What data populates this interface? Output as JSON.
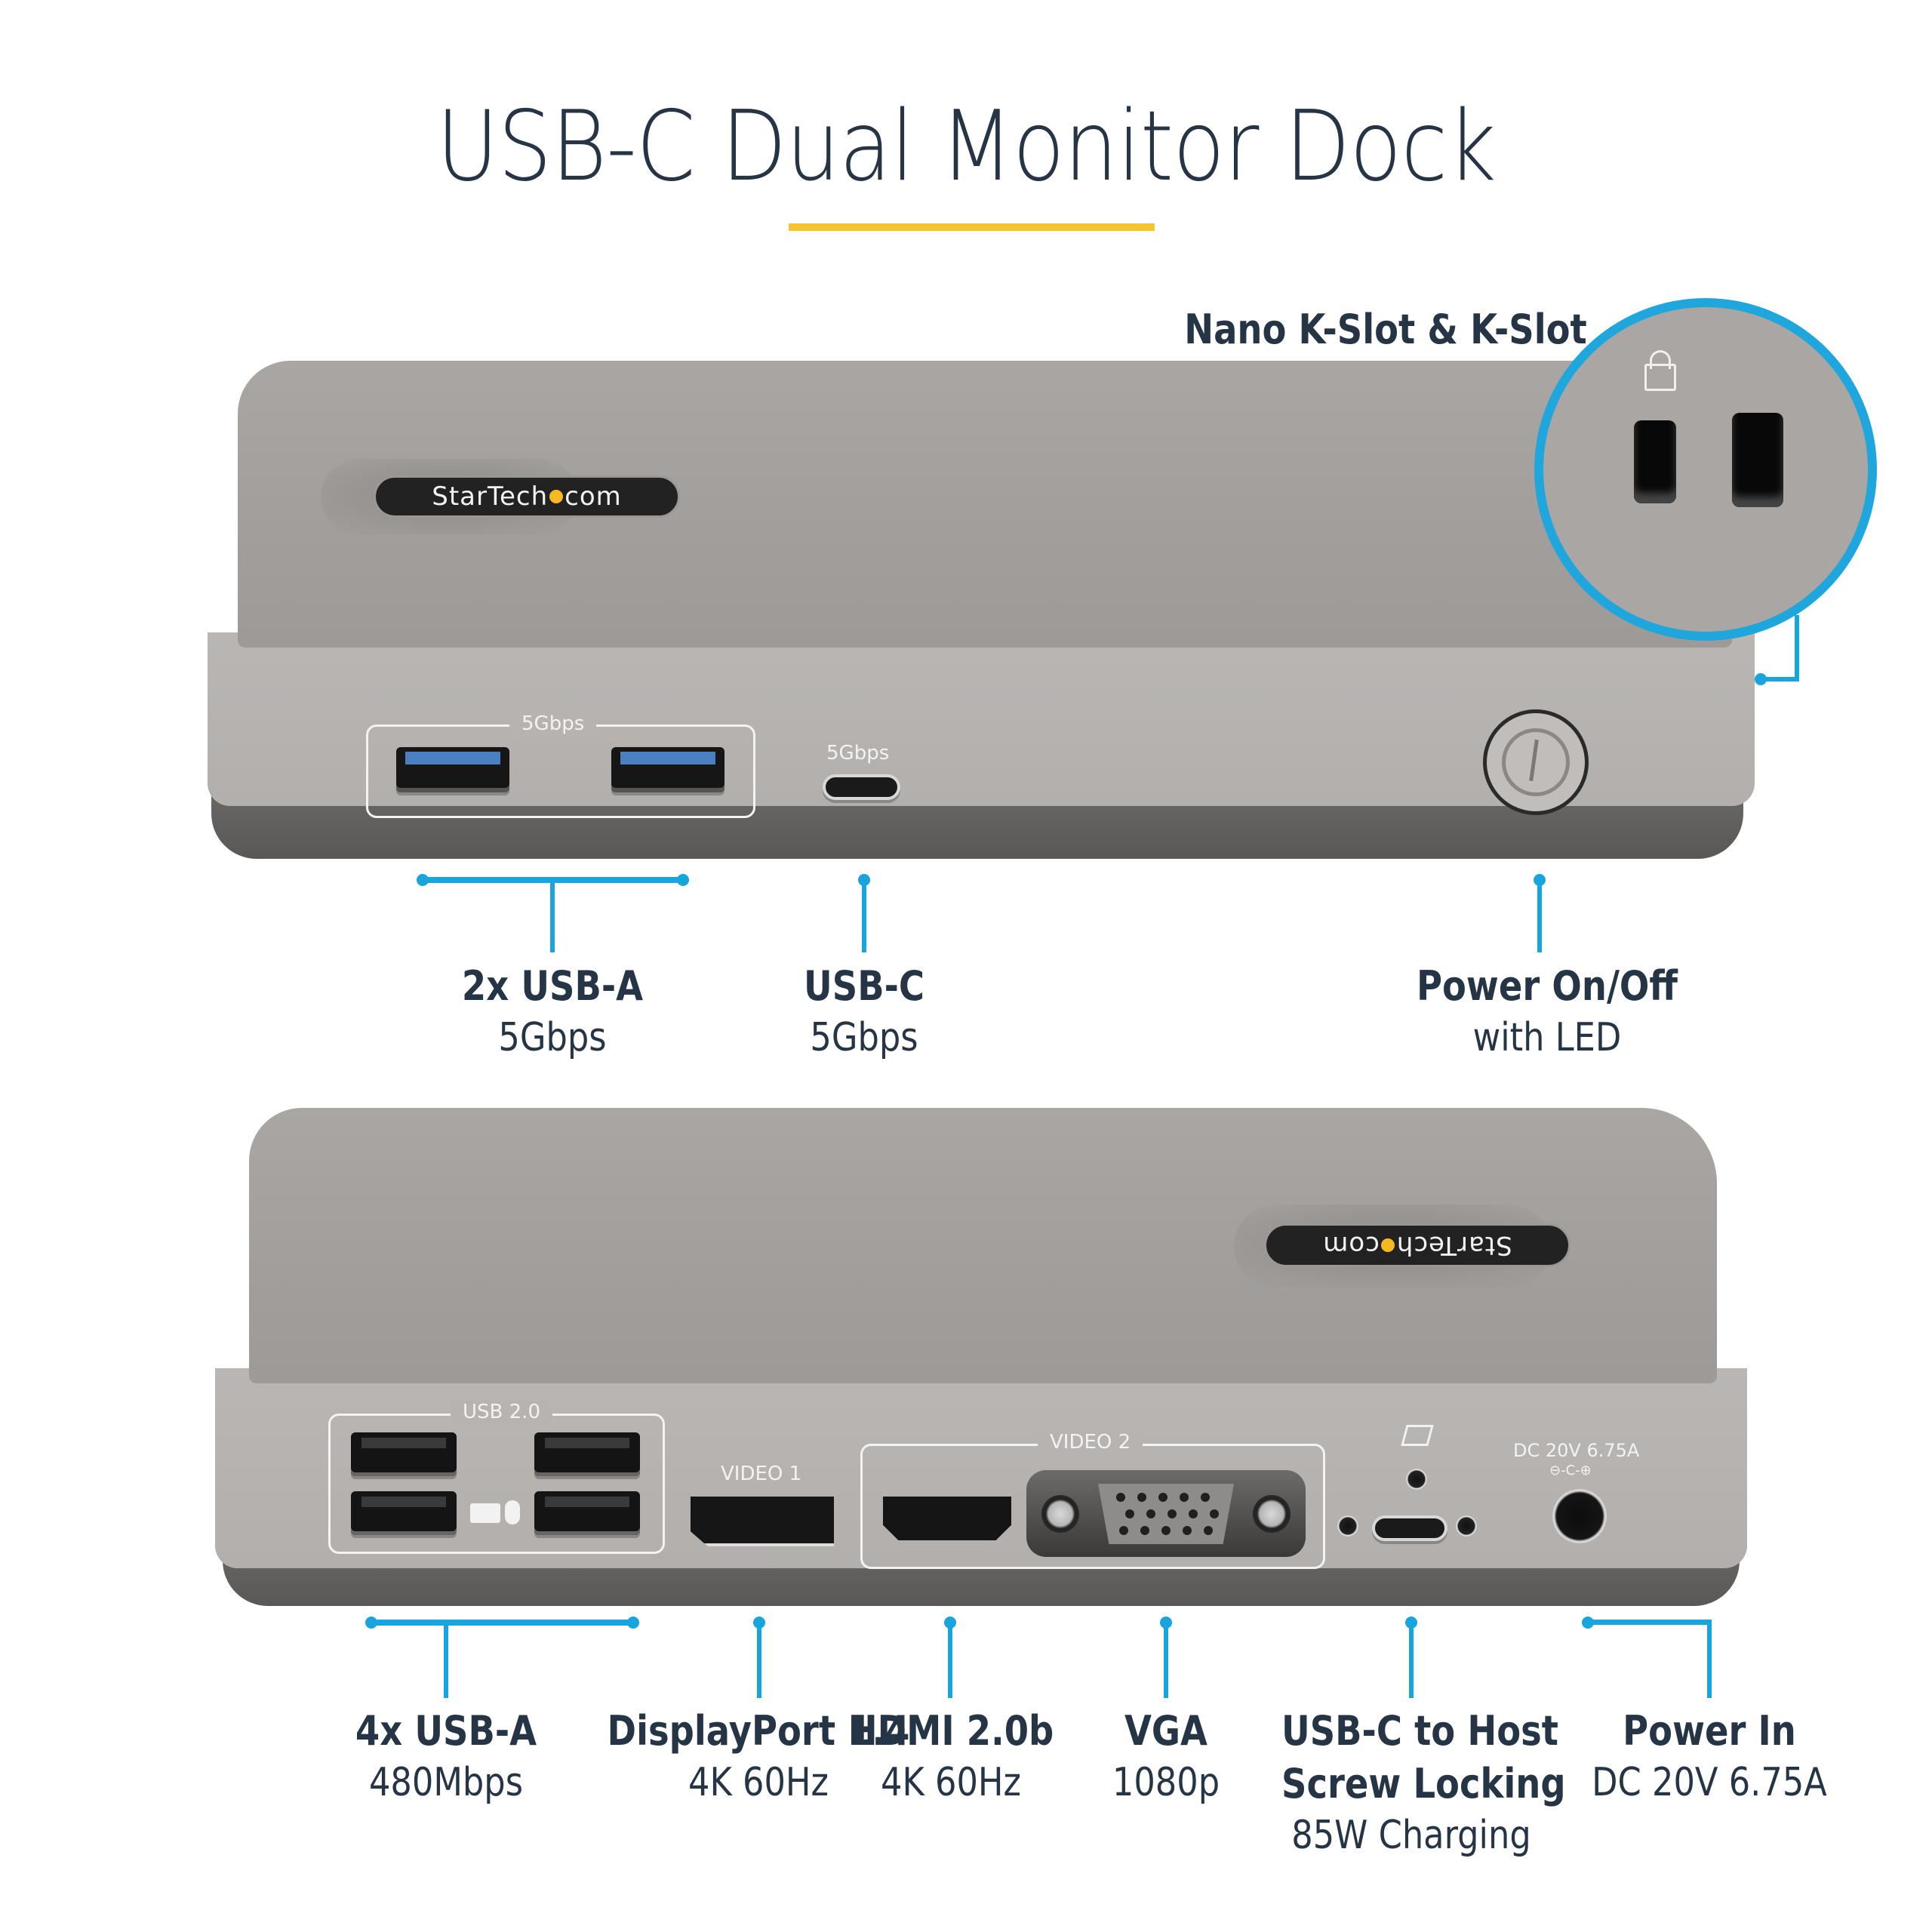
{
  "header": {
    "title": "USB-C Dual Monitor Dock",
    "accent_color": "#f5c431"
  },
  "colors": {
    "callout_line": "#18a4dc",
    "text": "#263545",
    "dock_body": "#a9a6a4"
  },
  "top_dock": {
    "logo": {
      "text_before_dot": "StarTech",
      "text_after_dot": "com"
    },
    "usb_a_group_label": "5Gbps",
    "usb_c_label": "5Gbps",
    "power_button_icon": "power-icon",
    "security_callout": {
      "title": "Nano K-Slot & K-Slot",
      "icon": "lock-icon"
    },
    "callouts": [
      {
        "title": "2x USB-A",
        "subtitle": "5Gbps"
      },
      {
        "title": "USB-C",
        "subtitle": "5Gbps"
      },
      {
        "title": "Power On/Off",
        "subtitle": "with LED"
      }
    ]
  },
  "bottom_dock": {
    "logo": {
      "text": "StarTech.com (upside down)",
      "text_before_dot": "StarTech",
      "text_after_dot": "com"
    },
    "usb2_group_label": "USB 2.0",
    "usb2_icons": [
      "keyboard-icon",
      "mouse-icon"
    ],
    "video1_label": "VIDEO 1",
    "video2_label": "VIDEO 2",
    "host_icon": "laptop-icon",
    "dc_label": "DC 20V 6.75A",
    "dc_polarity": "⊖-C-⊕",
    "callouts": [
      {
        "title": "4x USB-A",
        "subtitle": "480Mbps"
      },
      {
        "title": "DisplayPort 1.4",
        "subtitle": "4K 60Hz"
      },
      {
        "title": "HDMI 2.0b",
        "subtitle": "4K 60Hz"
      },
      {
        "title": "VGA",
        "subtitle": "1080p"
      },
      {
        "title": "USB-C to Host",
        "title2": "Screw Locking",
        "subtitle": "85W Charging"
      },
      {
        "title": "Power In",
        "subtitle": "DC 20V 6.75A"
      }
    ]
  }
}
